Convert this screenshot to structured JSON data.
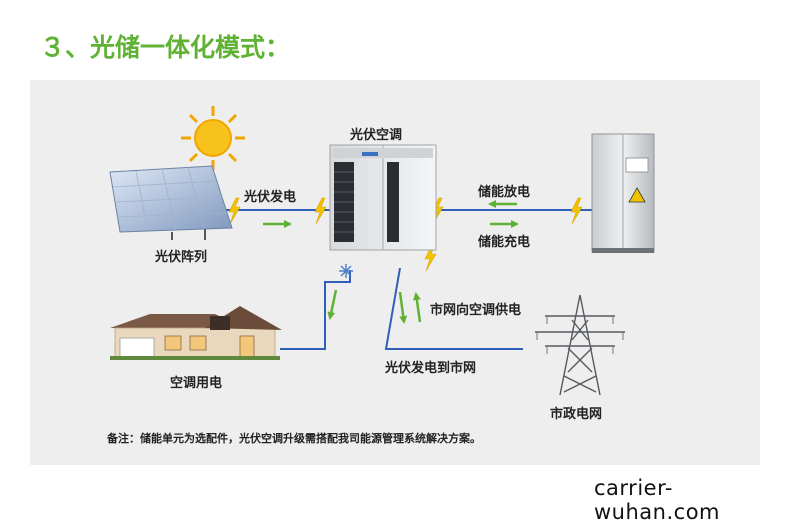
{
  "title": "３、光储一体化模式：",
  "labels": {
    "pv_array": "光伏阵列",
    "pv_generation": "光伏发电",
    "pv_ac": "光伏空调",
    "storage_discharge": "储能放电",
    "storage_charge": "储能充电",
    "grid_supply_ac": "市网向空调供电",
    "ac_power": "空调用电",
    "pv_to_grid": "光伏发电到市网",
    "grid": "市政电网"
  },
  "note": "备注：储能单元为选配件，光伏空调升级需搭配我司能源管理系统解决方案。",
  "watermark": "carrier-wuhan.com",
  "colors": {
    "title": "#5fb234",
    "line": "#2f5fb8",
    "arrow": "#5fb234",
    "bolt": "#f2c400",
    "panel": "#eeeeee"
  }
}
